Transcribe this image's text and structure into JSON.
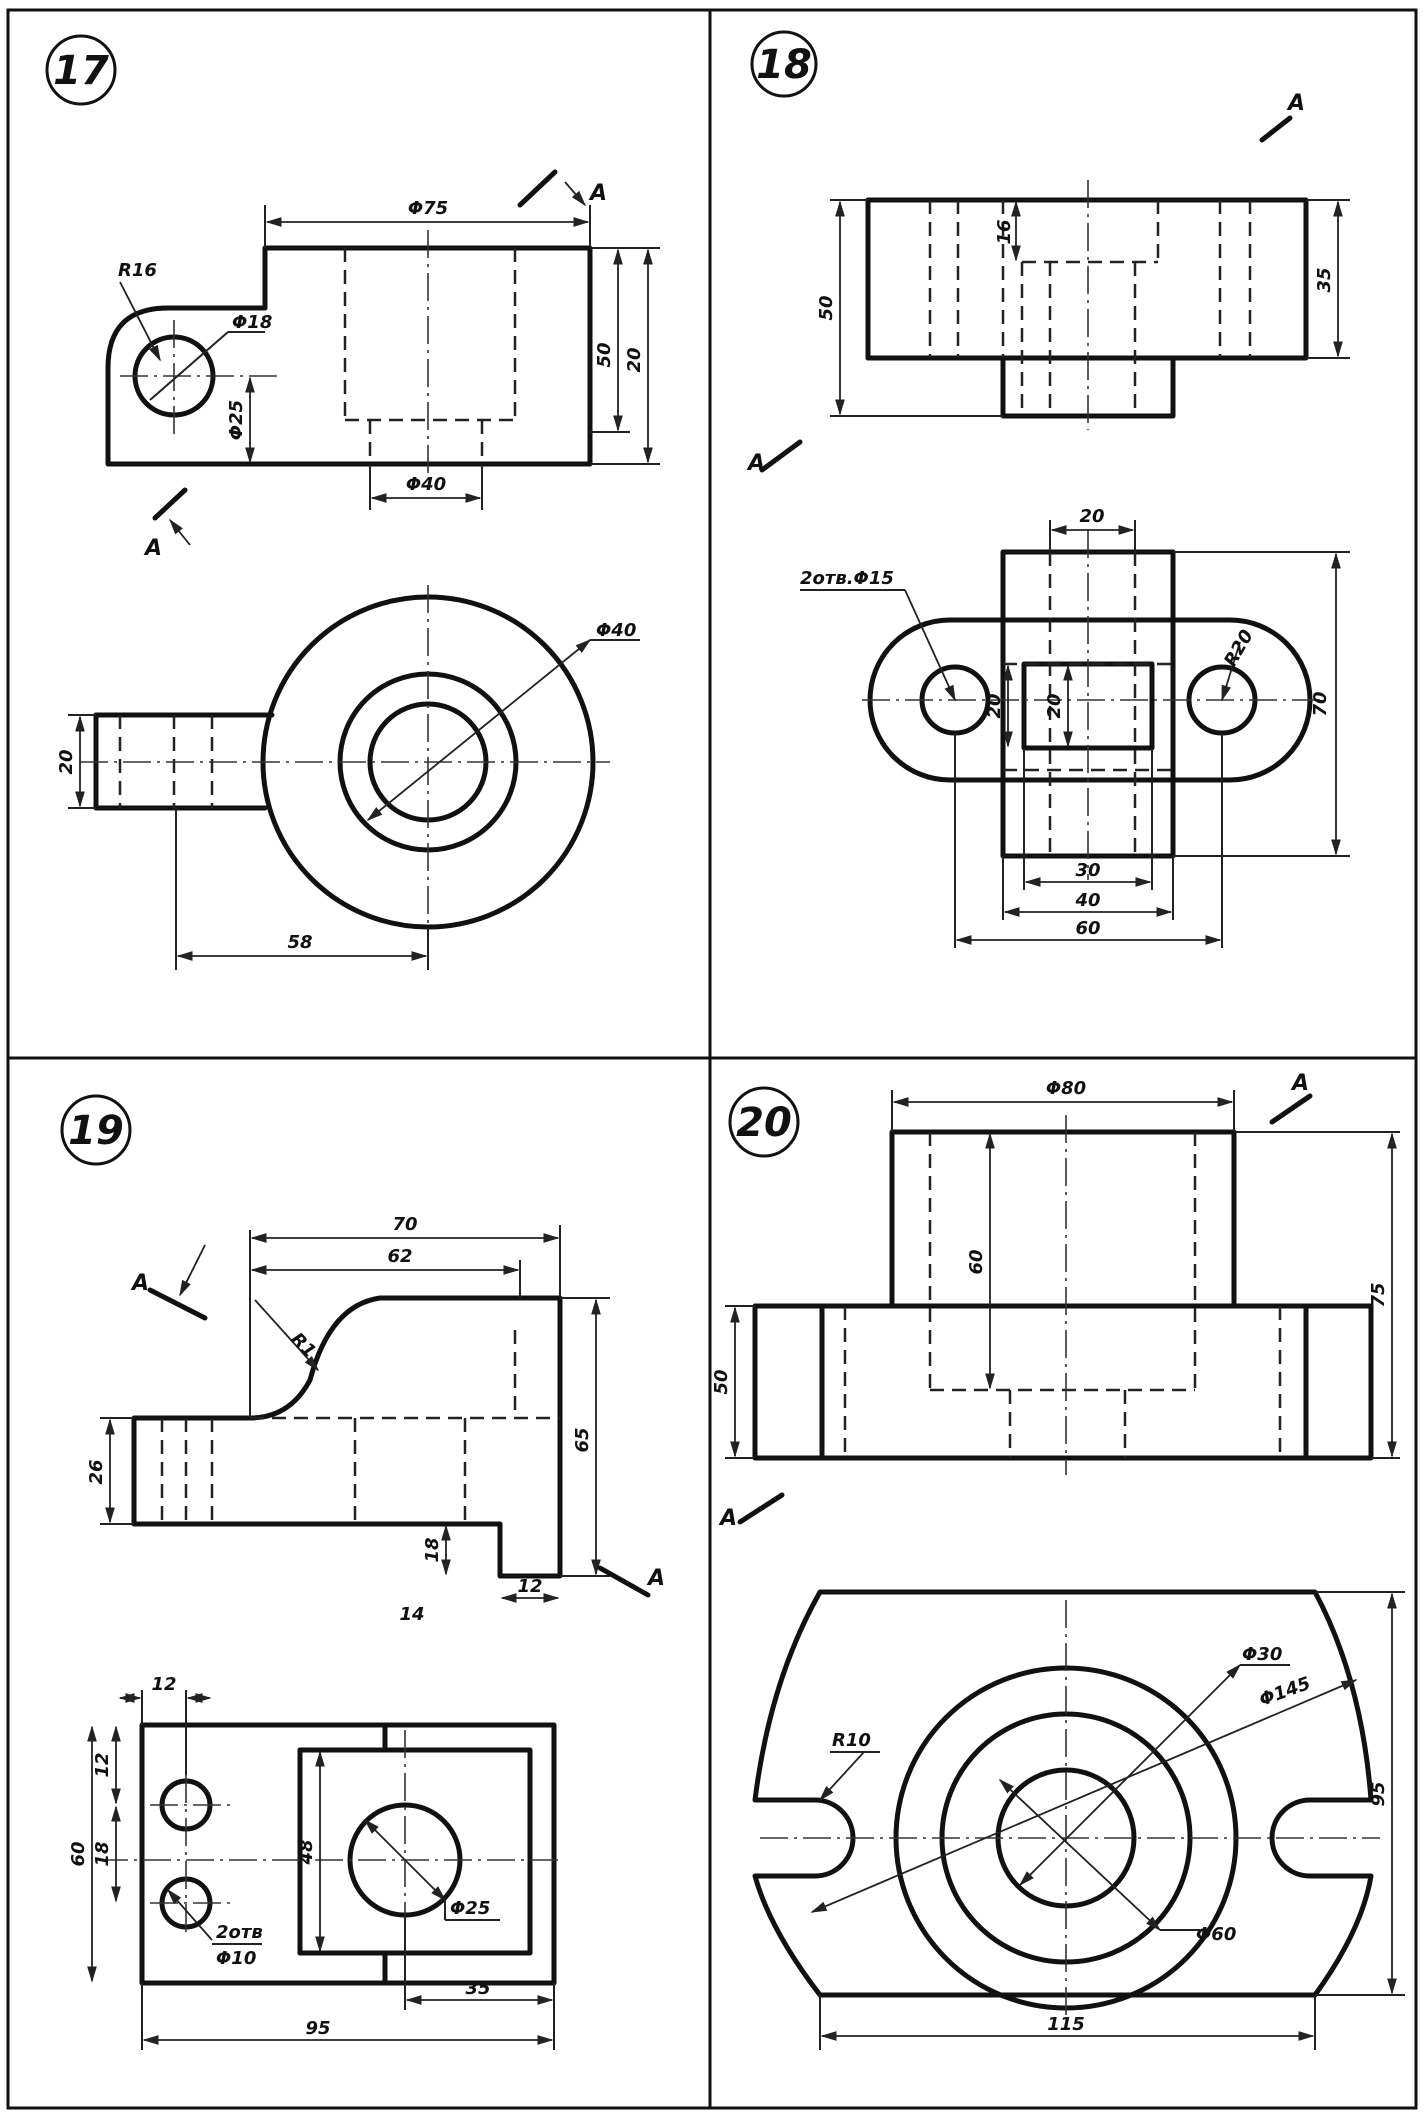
{
  "panels": [
    {
      "number": "17",
      "section": "A",
      "dims": [
        "R16",
        "Φ18",
        "Φ75",
        "40",
        "50",
        "20",
        "Φ25",
        "Φ40",
        "20",
        "58"
      ]
    },
    {
      "number": "18",
      "section": "A",
      "dims": [
        "16",
        "50",
        "35",
        "20",
        "2отв.Φ15",
        "R20",
        "20",
        "20",
        "70",
        "30",
        "40",
        "60"
      ]
    },
    {
      "number": "19",
      "section": "A",
      "dims": [
        "70",
        "62",
        "R1",
        "26",
        "65",
        "18",
        "12",
        "14",
        "12",
        "12",
        "60",
        "18",
        "48",
        "Φ25",
        "2отв",
        "Φ10",
        "35",
        "95"
      ]
    },
    {
      "number": "20",
      "section": "A",
      "dims": [
        "Φ80",
        "60",
        "75",
        "50",
        "R10",
        "Φ30",
        "Φ145",
        "95",
        "Φ60",
        "115"
      ]
    }
  ]
}
